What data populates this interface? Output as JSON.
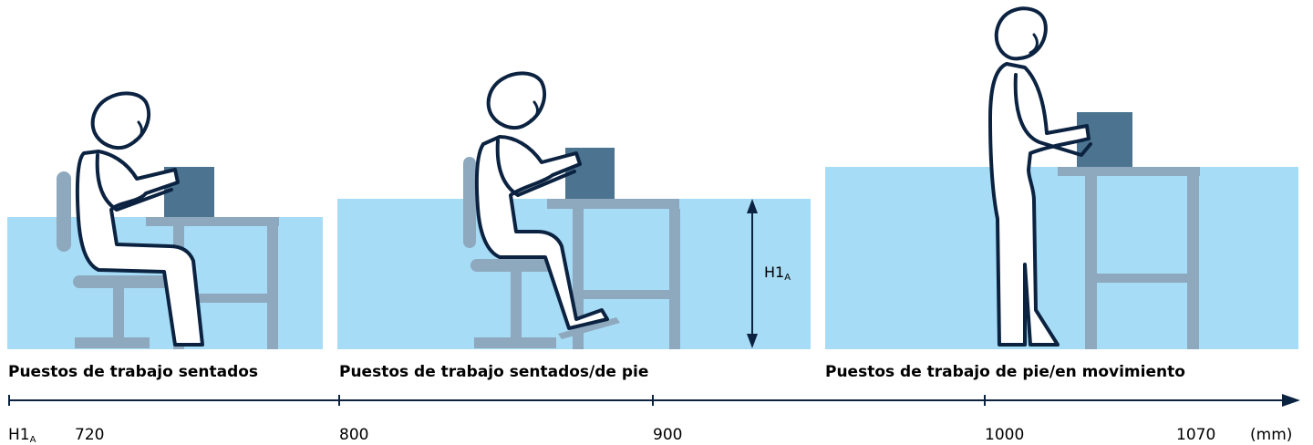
{
  "sections": [
    {
      "caption": "Puestos de trabajo sentados"
    },
    {
      "caption": "Puestos de trabajo sentados/de pie"
    },
    {
      "caption": "Puestos de trabajo de pie/en movimiento"
    }
  ],
  "axis": {
    "name": "H1",
    "name_sub": "A",
    "unit": "(mm)",
    "ticks": [
      "720",
      "800",
      "900",
      "1000",
      "1070"
    ]
  },
  "dimension": {
    "label": "H1",
    "label_sub": "A"
  },
  "colors": {
    "water": "#a7dcf6",
    "furniture": "#8ea8bd",
    "laptop": "#4c7491",
    "outline": "#0b2341",
    "figure_fill": "#ffffff"
  }
}
